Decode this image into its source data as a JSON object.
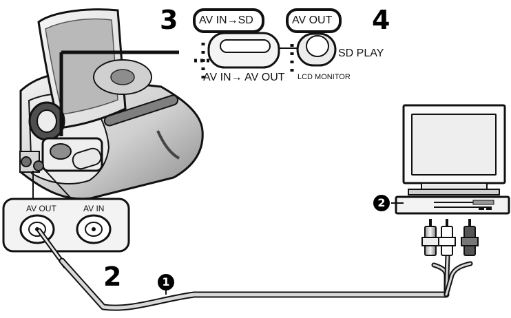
{
  "steps": {
    "step2": "2",
    "step3": "3",
    "step4": "4"
  },
  "callouts": {
    "cable": "1",
    "tv_input": "2"
  },
  "switch_labels": {
    "av_in_sd": "AV IN→SD",
    "av_in_av_out": "AV IN→ AV OUT",
    "av_out": "AV OUT",
    "sd_play": "SD PLAY",
    "lcd_monitor": "LCD MONITOR"
  },
  "jack_panel": {
    "av_out": "AV OUT",
    "av_in": "AV IN"
  },
  "colors": {
    "outline": "#111111",
    "camera_body": "#d9d9d9",
    "camera_dark": "#777777",
    "cable": "#cfcfcf",
    "tv_screen": "#ececec"
  },
  "icons": {
    "camera": "camcorder-icon",
    "tv": "television-icon",
    "plug": "rca-plug-icon"
  }
}
